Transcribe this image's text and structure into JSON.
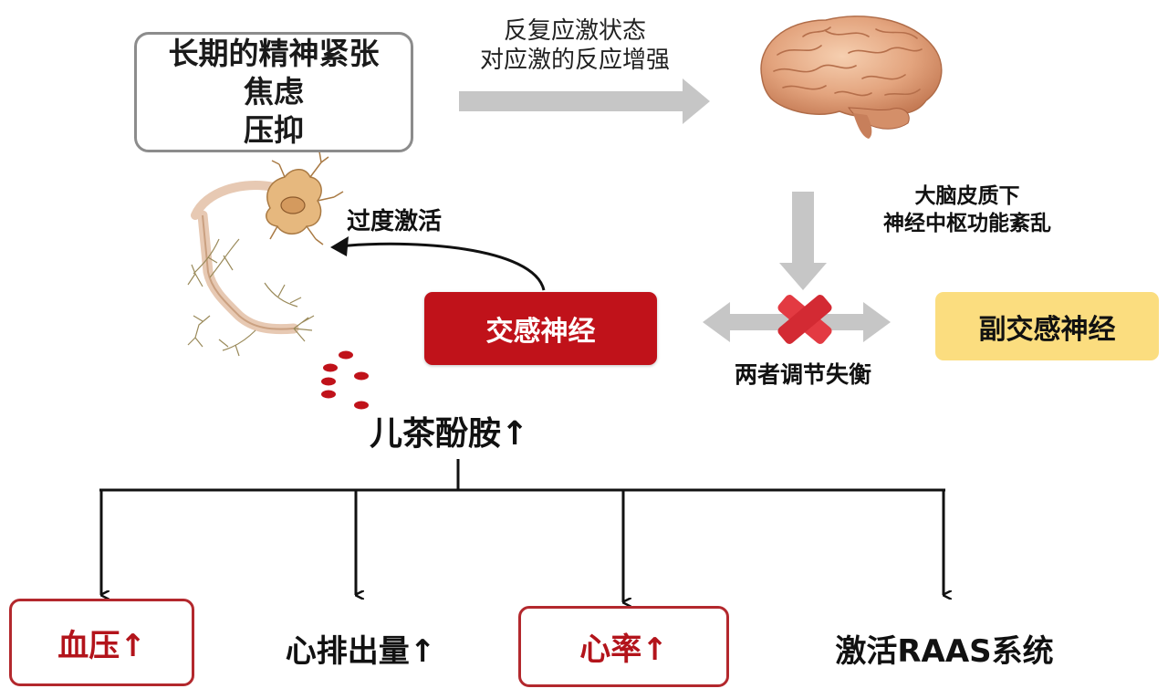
{
  "stress_box": {
    "lines": [
      "长期的精神紧张",
      "焦虑",
      "压抑"
    ]
  },
  "top_arrow_caption": [
    "反复应激状态",
    "对应激的反应增强"
  ],
  "cortex_note": [
    "大脑皮质下",
    "神经中枢功能紊乱"
  ],
  "overactivation_label": "过度激活",
  "sympathetic_label": "交感神经",
  "parasympathetic_label": "副交感神经",
  "imbalance_label": "两者调节失衡",
  "catecholamine_label": "儿茶酚胺↑",
  "effects": [
    {
      "label": "血压↑",
      "boxed": true
    },
    {
      "label": "心排出量↑",
      "boxed": false
    },
    {
      "label": "心率↑",
      "boxed": true
    },
    {
      "label": "激活RAAS系统",
      "boxed": false
    }
  ],
  "colors": {
    "sympathetic": "#c0121a",
    "parasympathetic": "#fbdd7f",
    "arrow_gray": "#c4c4c4",
    "cross_red": "#e0303a",
    "effect_border": "#b3282d"
  },
  "icons": [
    "brain-icon",
    "neuron-icon",
    "red-cross-icon",
    "hormone-dots-icon"
  ]
}
